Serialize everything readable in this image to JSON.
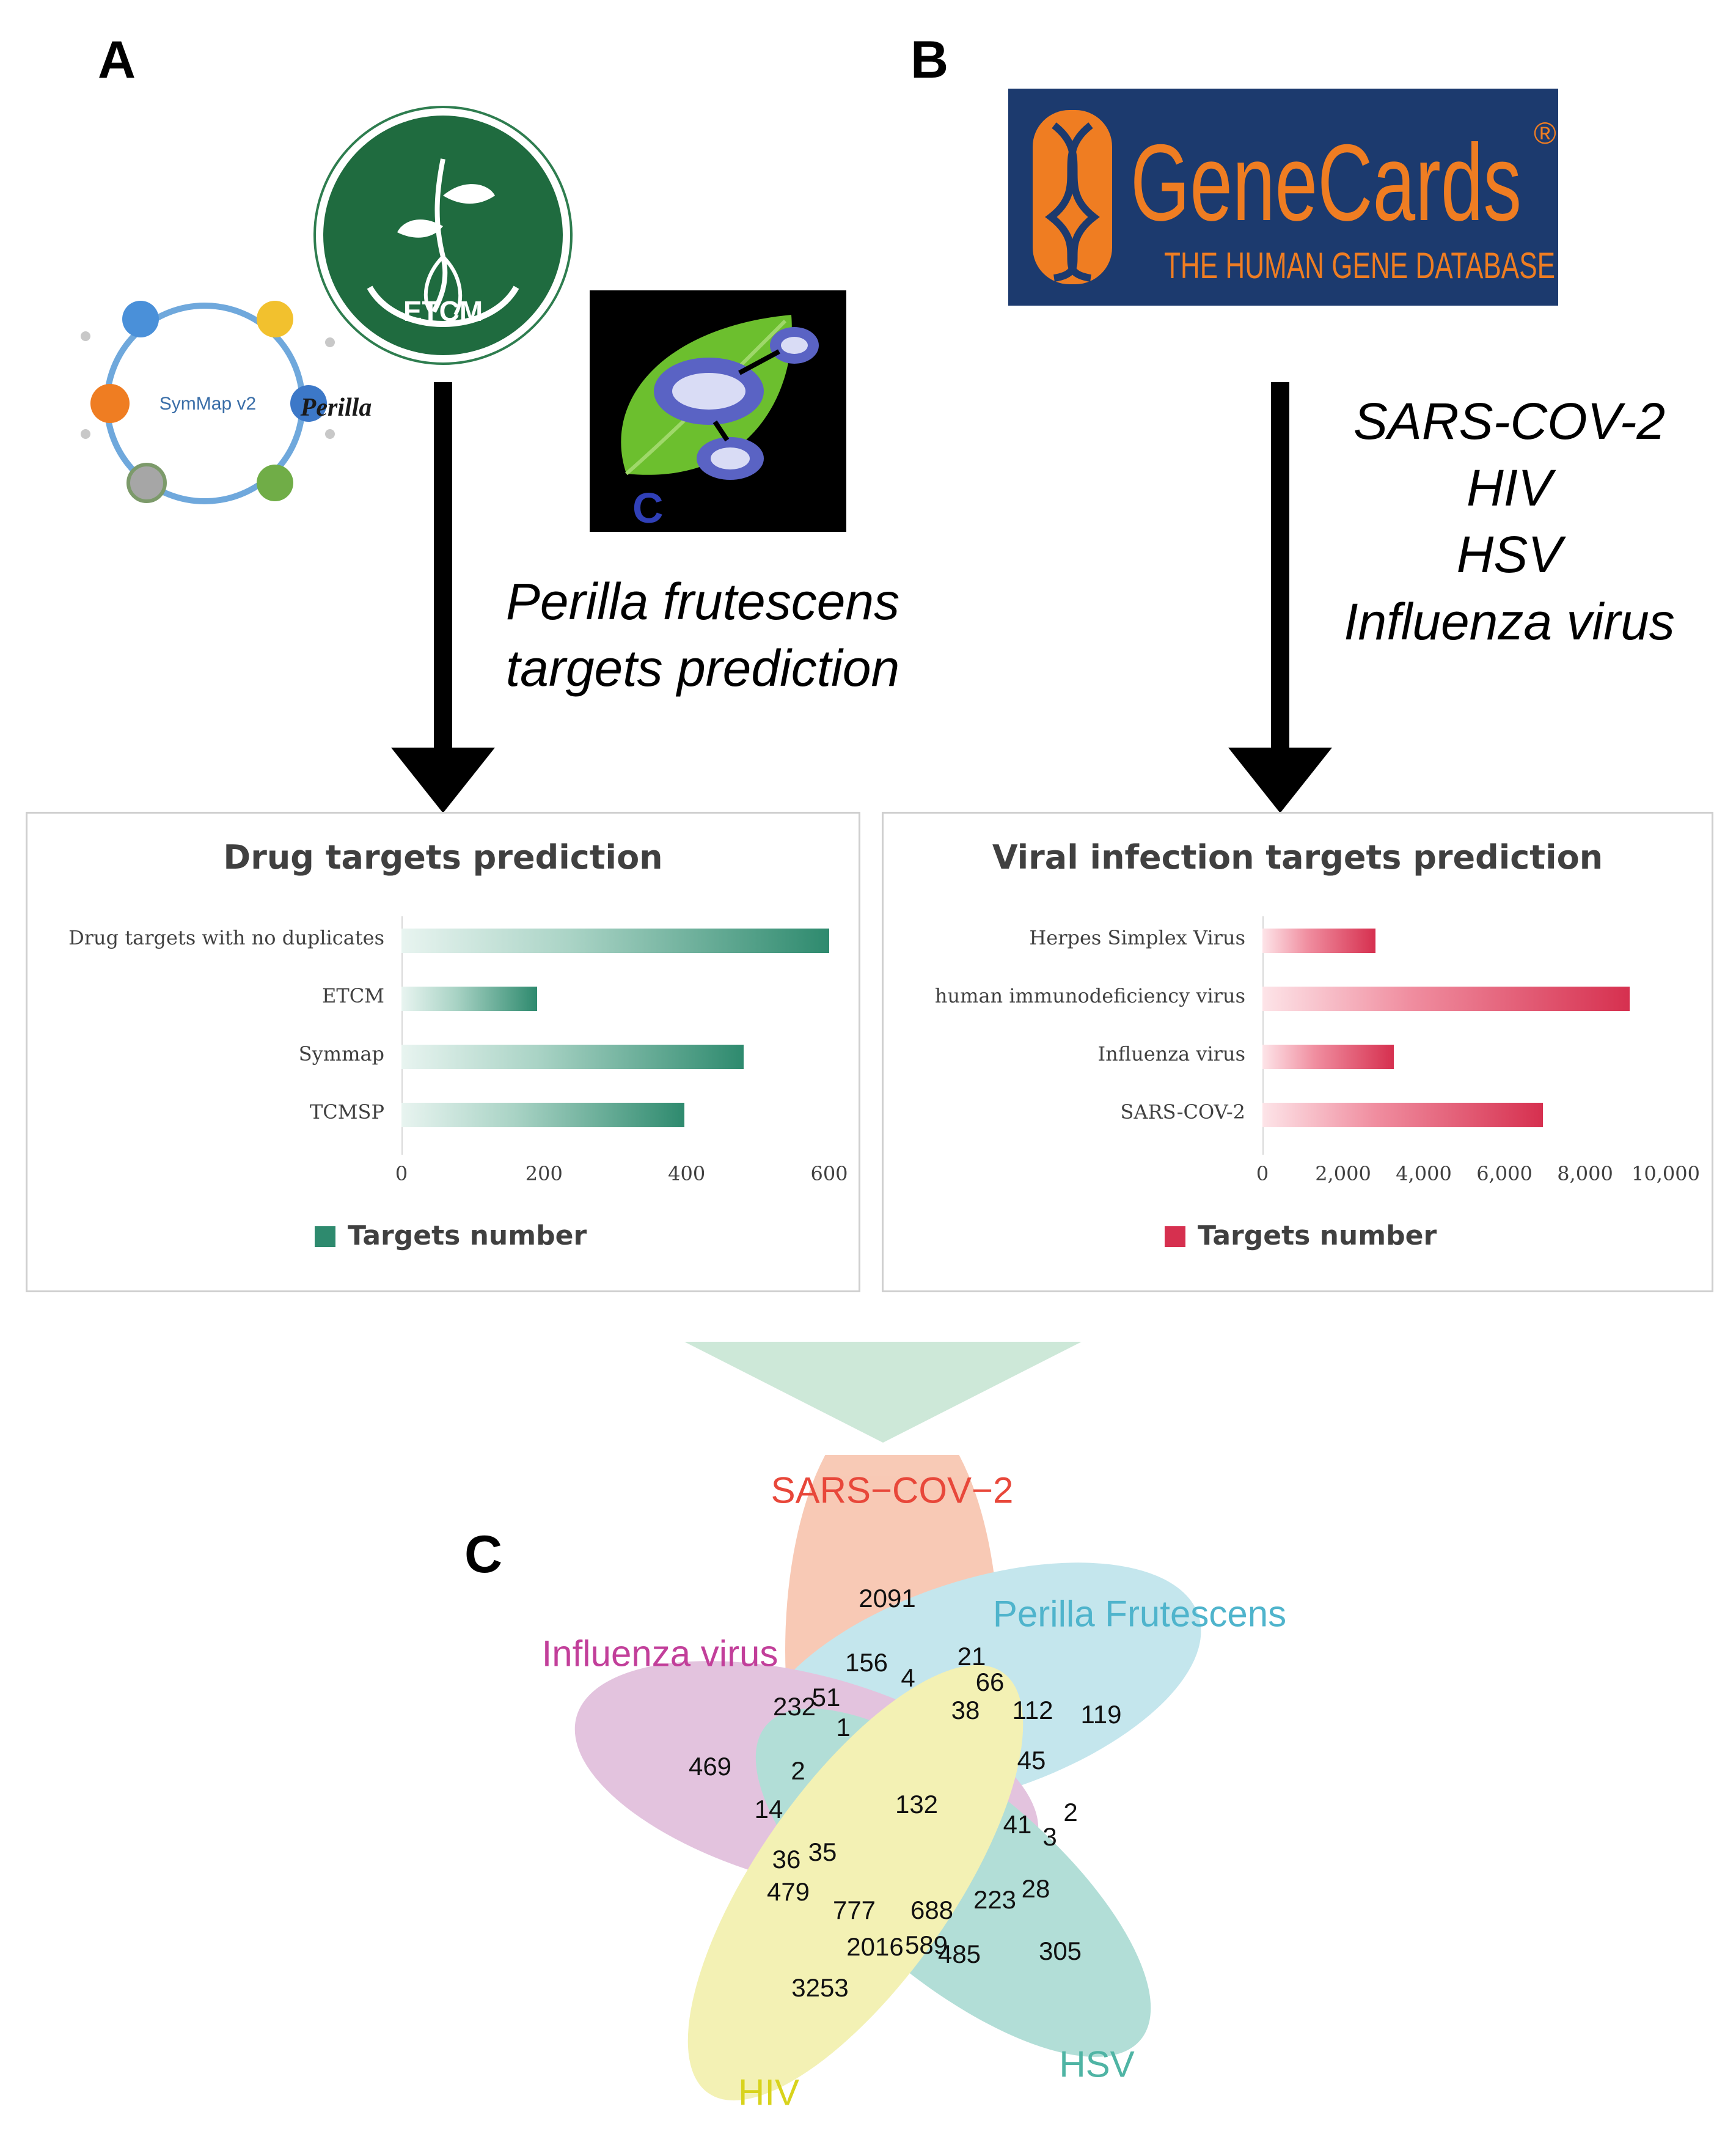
{
  "panels": {
    "a": "A",
    "b": "B",
    "c": "C"
  },
  "logos": {
    "etcm": "ETCM",
    "symmap": "SymMap v2",
    "perilla": "Perilla",
    "genecards_title": "GeneCards",
    "genecards_sub": "THE HUMAN GENE DATABASE",
    "genecards_reg": "®",
    "tcmsp_letter": "C"
  },
  "labels": {
    "perilla_line1": "Perilla frutescens",
    "perilla_line2": "targets prediction",
    "virus1": "SARS-COV-2",
    "virus2": "HIV",
    "virus3": "HSV",
    "virus4": "Influenza virus"
  },
  "colors": {
    "green_bar": "#2e8a6e",
    "red_bar": "#d6304f",
    "sars": "#f08a5d",
    "perilla": "#7ec8d8",
    "influenza": "#c27bb8",
    "hsv": "#57b8a8",
    "hiv": "#e6e25a",
    "funnel": "#cde8d8"
  },
  "chart_data": [
    {
      "type": "bar",
      "orientation": "horizontal",
      "title": "Drug targets prediction",
      "categories": [
        "Drug targets with no duplicates",
        "ETCM",
        "Symmap",
        "TCMSP"
      ],
      "values": [
        600,
        190,
        480,
        397
      ],
      "xlim": [
        0,
        600
      ],
      "ticks": [
        "0",
        "200",
        "400",
        "600"
      ],
      "legend": "Targets number",
      "legend_position": "bottom"
    },
    {
      "type": "bar",
      "orientation": "horizontal",
      "title": "Viral infection targets prediction",
      "categories": [
        "Herpes Simplex Virus",
        "human immunodeficiency virus",
        "Influenza virus",
        "SARS-COV-2"
      ],
      "values": [
        2800,
        9100,
        3250,
        6950
      ],
      "xlim": [
        0,
        10000
      ],
      "ticks": [
        "0",
        "2,000",
        "4,000",
        "6,000",
        "8,000",
        "10,000"
      ],
      "legend": "Targets number",
      "legend_position": "bottom"
    }
  ],
  "venn": {
    "sets": [
      "SARS−COV−2",
      "Perilla Frutescens",
      "Influenza virus",
      "HSV",
      "HIV"
    ],
    "counts": [
      "2091",
      "156",
      "4",
      "21",
      "66",
      "51",
      "232",
      "1",
      "38",
      "112",
      "119",
      "469",
      "2",
      "45",
      "14",
      "132",
      "41",
      "3",
      "2",
      "36",
      "35",
      "479",
      "777",
      "688",
      "223",
      "28",
      "2016",
      "589",
      "485",
      "305",
      "3253"
    ]
  }
}
